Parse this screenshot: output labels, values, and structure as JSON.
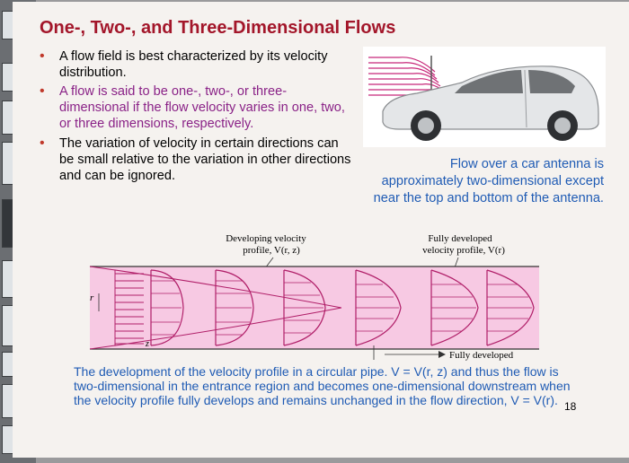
{
  "slide": {
    "title": "One-, Two-, and Three-Dimensional Flows",
    "bullets": [
      "A flow field is best characterized by its velocity distribution.",
      "A flow is said to be one-, two-, or three-dimensional if the flow velocity varies in one, two, or three dimensions, respectively.",
      "The variation of velocity in certain directions can be small relative to the variation in other directions and can be ignored."
    ],
    "car_caption": "Flow over a car antenna is approximately two-dimensional except near the top and bottom of the antenna.",
    "figure": {
      "label_developing": "Developing velocity profile, V(r, z)",
      "label_developing_line1": "Developing velocity",
      "label_developing_line2": "profile, V(r, z)",
      "label_fully_line1": "Fully developed",
      "label_fully_line2": "velocity profile, V(r)",
      "axis_r": "r",
      "axis_z": "z",
      "fully_developed": "Fully developed"
    },
    "bottom_caption": "The development of the velocity profile in a circular pipe. V = V(r, z) and thus the flow is two-dimensional in the entrance region and becomes one-dimensional downstream when the velocity profile fully develops and remains unchanged in the flow direction, V = V(r).",
    "page_number": "18"
  },
  "colors": {
    "title": "#a3162a",
    "caption": "#1f5bb4",
    "purple_text": "#8a2287",
    "pipe_fill": "#f7c9e3",
    "profile_line": "#b01e68"
  },
  "icons": [
    "bullet-dot",
    "car-image",
    "pipe-diagram",
    "arrow-right-icon"
  ]
}
